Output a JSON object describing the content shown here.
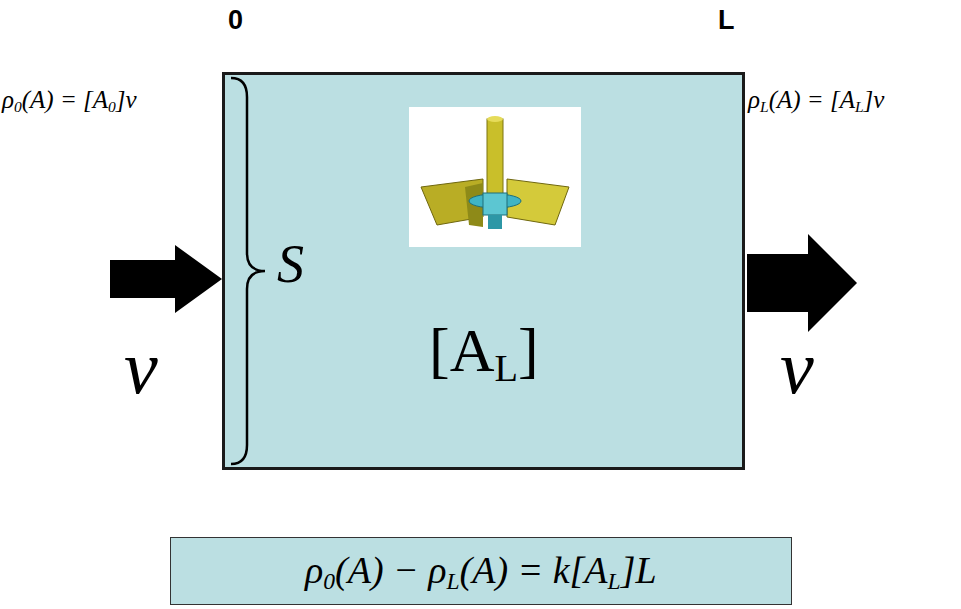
{
  "diagram": {
    "nodes": [
      {
        "text": [
          "S",
          "[AL]"
        ]
      },
      {
        "text": [
          "ρ0(A) − ρL(A) = k[AL]L"
        ]
      }
    ],
    "labels": [
      "0",
      "L",
      "ρ0(A) = [A0]v",
      "v",
      "ρL(A) = [AL]v",
      "v"
    ]
  }
}
